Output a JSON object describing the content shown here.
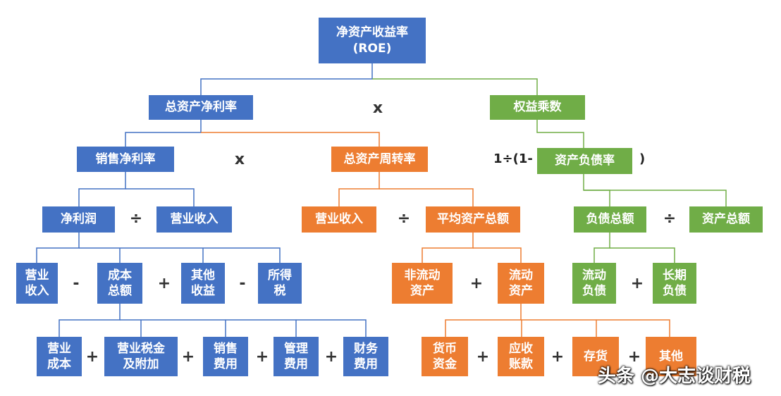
{
  "root": {
    "line1": "净资产收益率",
    "line2": "(ROE)"
  },
  "total_asset_net_margin": "总资产净利率",
  "equity_multiplier": "权益乘数",
  "sales_net_margin": "销售净利率",
  "total_asset_turnover": "总资产周转率",
  "debt_ratio": "资产负债率",
  "debt_ratio_prefix": "1÷(1-",
  "debt_ratio_suffix": ")",
  "net_profit": "净利润",
  "revenue_1": "营业收入",
  "revenue_2": "营业收入",
  "avg_total_assets": "平均资产总额",
  "total_liabilities": "负债总额",
  "total_assets": "资产总额",
  "op_revenue": {
    "line1": "营业",
    "line2": "收入"
  },
  "total_cost": {
    "line1": "成本",
    "line2": "总额"
  },
  "other_income": {
    "line1": "其他",
    "line2": "收益"
  },
  "income_tax": {
    "line1": "所得",
    "line2": "税"
  },
  "noncurrent_assets": {
    "line1": "非流动",
    "line2": "资产"
  },
  "current_assets": {
    "line1": "流动",
    "line2": "资产"
  },
  "current_liabilities": {
    "line1": "流动",
    "line2": "负债"
  },
  "longterm_liabilities": {
    "line1": "长期",
    "line2": "负债"
  },
  "op_cost": {
    "line1": "营业",
    "line2": "成本"
  },
  "tax_surcharge": {
    "line1": "营业税金",
    "line2": "及附加"
  },
  "selling_exp": {
    "line1": "销售",
    "line2": "费用"
  },
  "admin_exp": {
    "line1": "管理",
    "line2": "费用"
  },
  "finance_exp": {
    "line1": "财务",
    "line2": "费用"
  },
  "cash": {
    "line1": "货币",
    "line2": "资金"
  },
  "receivables": {
    "line1": "应收",
    "line2": "账款"
  },
  "inventory": "存货",
  "others": "其他",
  "ops": {
    "times": "x",
    "divide": "÷",
    "plus": "+",
    "minus": "-"
  },
  "watermark": "头条 @大志谈财税",
  "colors": {
    "blue": "#4472c4",
    "orange": "#ed7d31",
    "green": "#70ad47"
  }
}
